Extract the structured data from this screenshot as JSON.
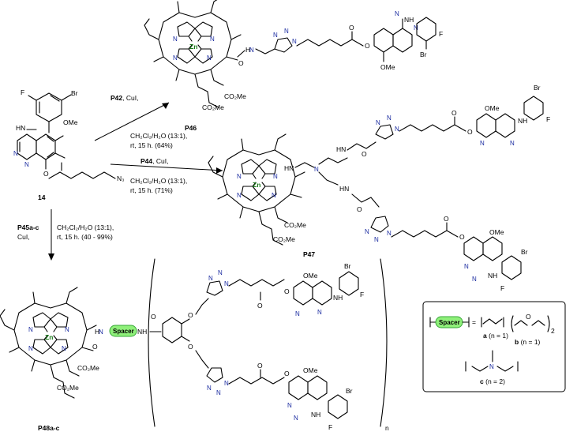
{
  "compounds": {
    "c14": "14",
    "p46": "P46",
    "p47": "P47",
    "p48": "P48a-c"
  },
  "atoms": {
    "zn": "Zn",
    "n": "N",
    "nh": "NH",
    "hn": "HN",
    "h": "H",
    "o": "O",
    "f": "F",
    "br": "Br",
    "ome": "OMe",
    "co2me": "CO₂Me",
    "n3": "N₃"
  },
  "route_top": {
    "reagent": "P42",
    "catalyst": ", CuI,",
    "solvent": "CH₂Cl₂/H₂O (13:1),",
    "conditions": "rt, 15 h. (64%)"
  },
  "route_middle": {
    "reagent": "P44",
    "catalyst": ", CuI,",
    "solvent": "CH₂Cl₂/H₂O (13:1),",
    "conditions": "rt, 15 h. (71%)"
  },
  "route_bottom": {
    "reagent": "P45a-c",
    "catalyst": "CuI,",
    "solvent": "CH₂Cl₂/H₂O (13:1),",
    "conditions": "rt, 15 h. (40 - 99%)"
  },
  "spacer_box": {
    "spacer": "Spacer",
    "equals": "=",
    "a": "a",
    "a_n": "(n = 1)",
    "b": "b",
    "b_n": "(n = 1)",
    "b_sub": "2",
    "c": "c",
    "c_n": "(n = 2)"
  },
  "repeat_n": "n"
}
